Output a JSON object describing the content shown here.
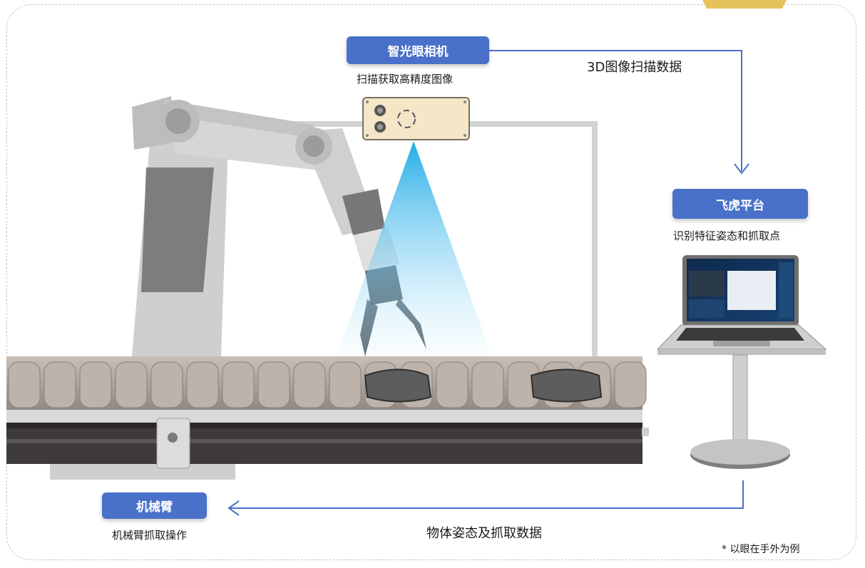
{
  "nodes": {
    "camera": {
      "title": "智光眼相机",
      "caption": "扫描获取高精度图像"
    },
    "platform": {
      "title": "飞虎平台",
      "caption": "识别特征姿态和抓取点"
    },
    "arm": {
      "title": "机械臂",
      "caption": "机械臂抓取操作"
    }
  },
  "edges": {
    "camera_to_platform": "3D图像扫描数据",
    "platform_to_arm": "物体姿态及抓取数据"
  },
  "footnote": "* 以眼在手外为例",
  "colors": {
    "badge": "#4a71c9",
    "arrow": "#4a71c9",
    "beam": "#3bb6ea",
    "frame": "#c7c7c7"
  },
  "illustrations": [
    "robot-arm",
    "3d-camera",
    "scan-beam",
    "conveyor-belt",
    "brake-pad",
    "laptop",
    "stand"
  ]
}
